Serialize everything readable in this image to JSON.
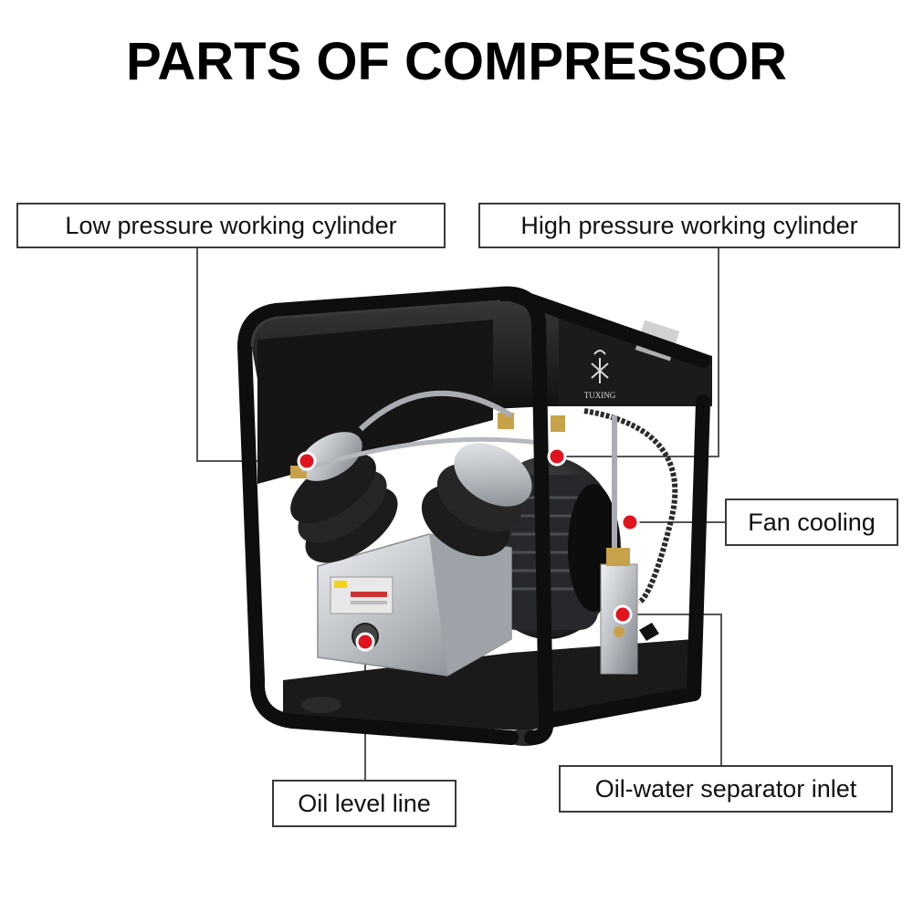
{
  "title": "PARTS OF COMPRESSOR",
  "labels": {
    "low_pressure": "Low pressure working cylinder",
    "high_pressure": "High pressure working cylinder",
    "fan_cooling": "Fan cooling",
    "oil_level": "Oil level line",
    "oil_water_separator": "Oil-water separator inlet"
  },
  "brand": "TUXING",
  "colors": {
    "frame": "#111111",
    "aluminum": "#c9ccd0",
    "marker": "#e0141e",
    "leader_line": "#555555"
  }
}
